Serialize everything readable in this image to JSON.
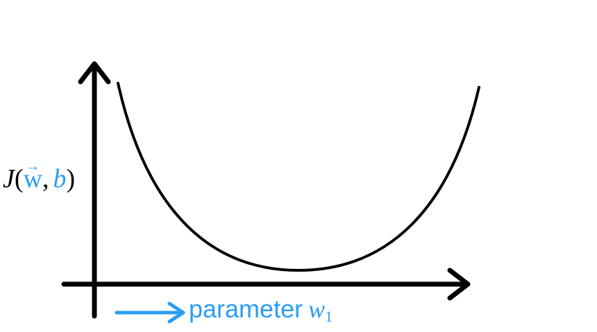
{
  "y_label": {
    "func": "J",
    "open": "(",
    "vec_w": "w",
    "vec_arrow": "⃗",
    "comma": ",",
    "b": "b",
    "close": ")"
  },
  "x_label": {
    "text": "parameter",
    "var": "w",
    "sub": "1"
  },
  "colors": {
    "ink": "#000000",
    "accent": "#2a9df4"
  }
}
